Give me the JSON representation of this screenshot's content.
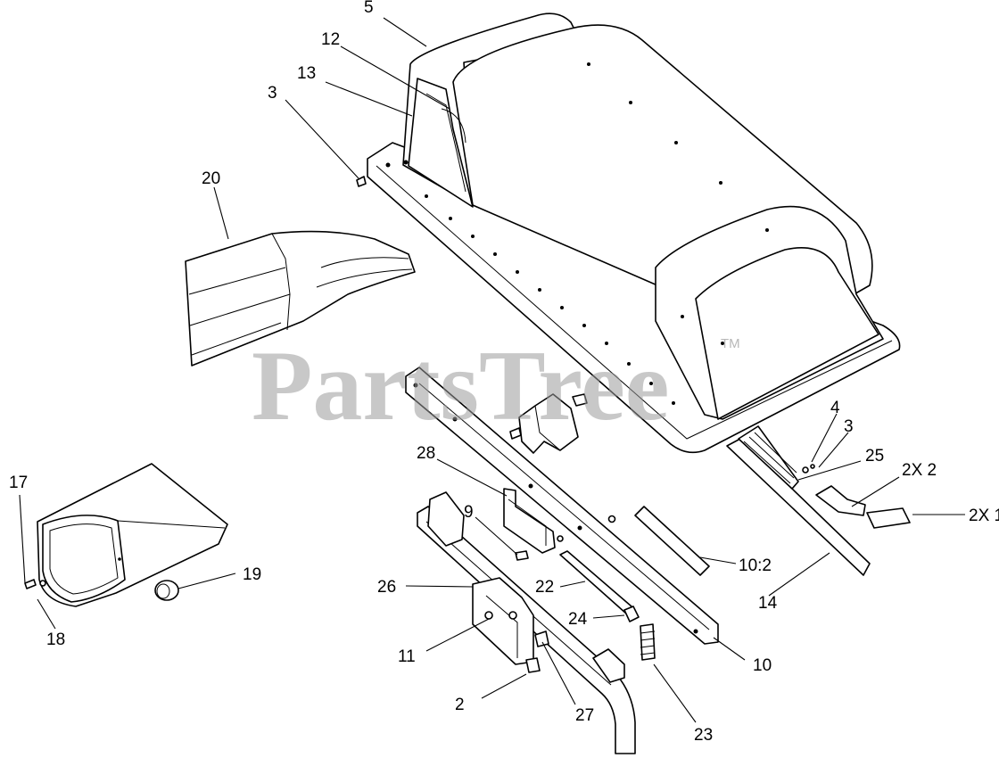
{
  "watermark": {
    "text": "PartsTree",
    "trademark": "TM"
  },
  "callouts": [
    "5",
    "12",
    "13",
    "3",
    "20",
    "4",
    "3",
    "25",
    "2X 2",
    "2X 1",
    "28",
    "9",
    "10:2",
    "14",
    "17",
    "19",
    "26",
    "22",
    "24",
    "18",
    "11",
    "10",
    "2",
    "27",
    "23"
  ]
}
